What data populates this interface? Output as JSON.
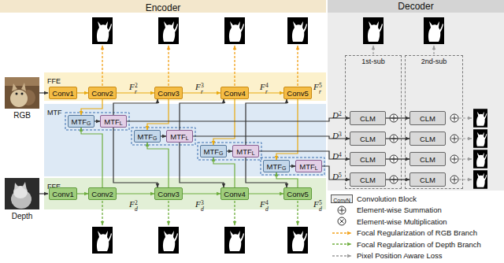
{
  "diagram": {
    "nodes": [
      {
        "text": [
          "Encoder"
        ]
      },
      {
        "text": [
          "Decoder"
        ]
      },
      {
        "text": [
          "FFE"
        ]
      },
      {
        "text": [
          "Conv1"
        ],
        "in": 2
      },
      {
        "text": [
          "Conv2"
        ],
        "in": 2
      },
      {
        "text": [
          "Conv3"
        ],
        "in": 2
      },
      {
        "text": [
          "Conv4"
        ],
        "in": 2
      },
      {
        "text": [
          "Conv5"
        ],
        "in": 2
      },
      {
        "text": [
          "MTF"
        ]
      },
      {
        "text": [
          "MTF",
          "G"
        ],
        "in": 8
      },
      {
        "text": [
          "MTF",
          "L"
        ],
        "in": 8
      },
      {
        "text": [
          "MTF",
          "G"
        ],
        "in": 8
      },
      {
        "text": [
          "MTF",
          "L"
        ],
        "in": 8
      },
      {
        "text": [
          "MTF",
          "G"
        ],
        "in": 8
      },
      {
        "text": [
          "MTF",
          "L"
        ],
        "in": 8
      },
      {
        "text": [
          "MTF",
          "G"
        ],
        "in": 8
      },
      {
        "text": [
          "MTF",
          "L"
        ],
        "in": 8
      },
      {
        "text": [
          "FFE"
        ]
      },
      {
        "text": [
          "Conv1"
        ],
        "in": 17
      },
      {
        "text": [
          "Conv2"
        ],
        "in": 17
      },
      {
        "text": [
          "Conv3"
        ],
        "in": 17
      },
      {
        "text": [
          "Conv4"
        ],
        "in": 17
      },
      {
        "text": [
          "Conv5"
        ],
        "in": 17
      },
      {
        "text": [
          "1st-sub"
        ],
        "in": 1
      },
      {
        "text": [
          "CLM"
        ],
        "in": 23
      },
      {
        "text": [
          "CLM"
        ],
        "in": 23
      },
      {
        "text": [
          "CLM"
        ],
        "in": 23
      },
      {
        "text": [
          "CLM"
        ],
        "in": 23
      },
      {
        "text": [
          "2nd-sub"
        ],
        "in": 1
      },
      {
        "text": [
          "CLM"
        ],
        "in": 28
      },
      {
        "text": [
          "CLM"
        ],
        "in": 28
      },
      {
        "text": [
          "CLM"
        ],
        "in": 28
      },
      {
        "text": [
          "CLM"
        ],
        "in": 28
      }
    ],
    "edges": [
      {
        "from": 3,
        "to": 4,
        "arrow": "to"
      },
      {
        "from": 4,
        "to": 5,
        "arrow": "to"
      },
      {
        "from": 5,
        "to": 6,
        "arrow": "to"
      },
      {
        "from": 6,
        "to": 7,
        "arrow": "to"
      },
      {
        "from": 18,
        "to": 19,
        "arrow": "to"
      },
      {
        "from": 19,
        "to": 20,
        "arrow": "to"
      },
      {
        "from": 20,
        "to": 21,
        "arrow": "to"
      },
      {
        "from": 21,
        "to": 22,
        "arrow": "to"
      },
      {
        "from": 4,
        "to": 9,
        "arrow": "to"
      },
      {
        "from": 19,
        "to": 9,
        "arrow": "to"
      },
      {
        "from": 9,
        "to": 10,
        "arrow": "to"
      },
      {
        "from": 10,
        "to": 5,
        "arrow": "to"
      },
      {
        "from": 10,
        "to": 20,
        "arrow": "to"
      },
      {
        "from": 5,
        "to": 11,
        "arrow": "to"
      },
      {
        "from": 20,
        "to": 11,
        "arrow": "to"
      },
      {
        "from": 11,
        "to": 12,
        "arrow": "to"
      },
      {
        "from": 12,
        "to": 6,
        "arrow": "to"
      },
      {
        "from": 12,
        "to": 21,
        "arrow": "to"
      },
      {
        "from": 6,
        "to": 13,
        "arrow": "to"
      },
      {
        "from": 21,
        "to": 13,
        "arrow": "to"
      },
      {
        "from": 13,
        "to": 14,
        "arrow": "to"
      },
      {
        "from": 14,
        "to": 7,
        "arrow": "to"
      },
      {
        "from": 14,
        "to": 22,
        "arrow": "to"
      },
      {
        "from": 7,
        "to": 15,
        "arrow": "to"
      },
      {
        "from": 22,
        "to": 15,
        "arrow": "to"
      },
      {
        "from": 15,
        "to": 16,
        "arrow": "to"
      },
      {
        "from": 10,
        "to": 24,
        "arrow": "to"
      },
      {
        "from": 12,
        "to": 25,
        "arrow": "to"
      },
      {
        "from": 14,
        "to": 26,
        "arrow": "to"
      },
      {
        "from": 16,
        "to": 27,
        "arrow": "to"
      },
      {
        "from": 24,
        "to": 29,
        "arrow": "to"
      },
      {
        "from": 25,
        "to": 30,
        "arrow": "to"
      },
      {
        "from": 26,
        "to": 31,
        "arrow": "to"
      },
      {
        "from": 27,
        "to": 32,
        "arrow": "to"
      }
    ],
    "labels": [
      "RGB",
      "Depth",
      "F",
      "r",
      "2",
      "F",
      "r",
      "3",
      "F",
      "r",
      "4",
      "F",
      "r",
      "5",
      "F",
      "d",
      "2",
      "F",
      "d",
      "3",
      "F",
      "d",
      "4",
      "F",
      "d",
      "5",
      "D",
      "2",
      "D",
      "3",
      "D",
      "4",
      "D",
      "5",
      "ConvN"
    ],
    "legend": [
      {
        "text": "Convolution Block"
      },
      {
        "text": "Element-wise Summation"
      },
      {
        "text": "Element-wise Multiplication"
      },
      {
        "text": "Focal Regularization of RGB Branch"
      },
      {
        "text": "Focal Regularization of Depth Branch"
      },
      {
        "text": "Pixel Position Aware Loss"
      }
    ]
  }
}
